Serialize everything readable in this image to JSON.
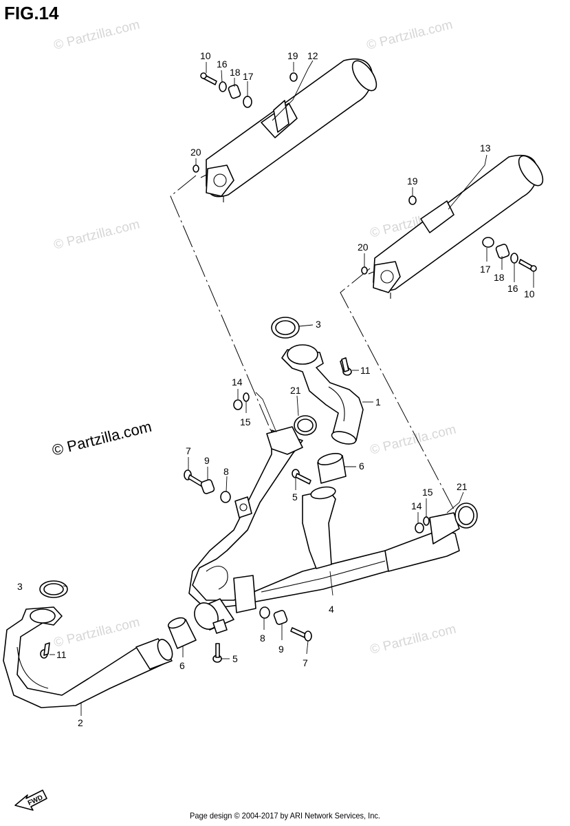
{
  "figure": {
    "title": "FIG.14"
  },
  "watermark": {
    "text": "© Partzilla.com"
  },
  "footer": {
    "text": "Page design © 2004-2017 by ARI Network Services, Inc."
  },
  "direction": {
    "label": "FWD"
  },
  "callouts": [
    {
      "id": "c-10a",
      "label": "10"
    },
    {
      "id": "c-16a",
      "label": "16"
    },
    {
      "id": "c-18a",
      "label": "18"
    },
    {
      "id": "c-17a",
      "label": "17"
    },
    {
      "id": "c-19a",
      "label": "19"
    },
    {
      "id": "c-12",
      "label": "12"
    },
    {
      "id": "c-20a",
      "label": "20"
    },
    {
      "id": "c-13",
      "label": "13"
    },
    {
      "id": "c-19b",
      "label": "19"
    },
    {
      "id": "c-20b",
      "label": "20"
    },
    {
      "id": "c-17b",
      "label": "17"
    },
    {
      "id": "c-18b",
      "label": "18"
    },
    {
      "id": "c-16b",
      "label": "16"
    },
    {
      "id": "c-10b",
      "label": "10"
    },
    {
      "id": "c-3a",
      "label": "3"
    },
    {
      "id": "c-11a",
      "label": "11"
    },
    {
      "id": "c-14a",
      "label": "14"
    },
    {
      "id": "c-15a",
      "label": "15"
    },
    {
      "id": "c-21a",
      "label": "21"
    },
    {
      "id": "c-1",
      "label": "1"
    },
    {
      "id": "c-7a",
      "label": "7"
    },
    {
      "id": "c-9a",
      "label": "9"
    },
    {
      "id": "c-8a",
      "label": "8"
    },
    {
      "id": "c-6a",
      "label": "6"
    },
    {
      "id": "c-5a",
      "label": "5"
    },
    {
      "id": "c-15b",
      "label": "15"
    },
    {
      "id": "c-14b",
      "label": "14"
    },
    {
      "id": "c-21b",
      "label": "21"
    },
    {
      "id": "c-3b",
      "label": "3"
    },
    {
      "id": "c-4",
      "label": "4"
    },
    {
      "id": "c-11b",
      "label": "11"
    },
    {
      "id": "c-8b",
      "label": "8"
    },
    {
      "id": "c-9b",
      "label": "9"
    },
    {
      "id": "c-7b",
      "label": "7"
    },
    {
      "id": "c-6b",
      "label": "6"
    },
    {
      "id": "c-5b",
      "label": "5"
    },
    {
      "id": "c-2",
      "label": "2"
    }
  ]
}
